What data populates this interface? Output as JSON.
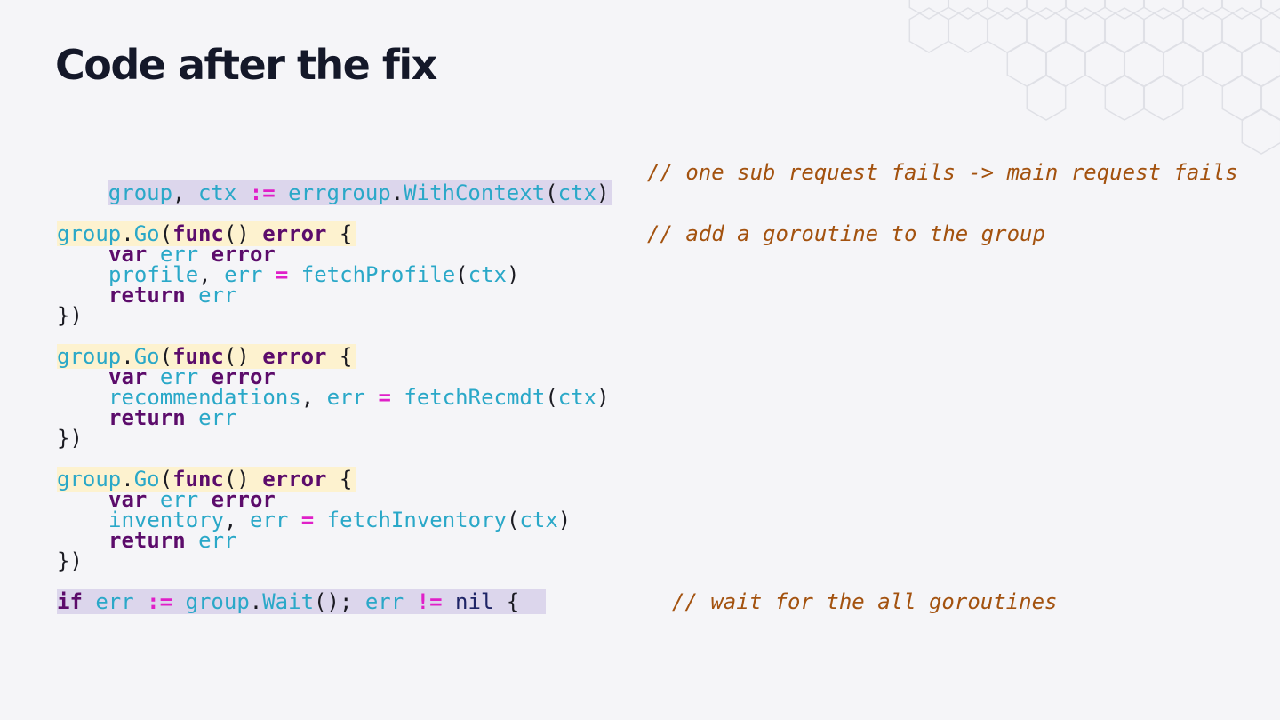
{
  "slide": {
    "title": "Code after the fix"
  },
  "code": {
    "line1": {
      "group": "group",
      "comma": ", ",
      "ctx": "ctx",
      "op": ":=",
      "errgroup": "errgroup",
      "dot": ".",
      "with_context": "WithContext",
      "paren_open": "(",
      "arg": "ctx",
      "paren_close": ")"
    },
    "comment1": "// one sub request fails -> main request fails",
    "blocks": [
      {
        "group": "group",
        "dot": ".",
        "go": "Go",
        "paren": "(",
        "func_kw": "func",
        "call": "() ",
        "error_kw": "error",
        "brace": " {",
        "var_kw": "var",
        "err": "err",
        "error_type": "error",
        "target": "profile",
        "comma": ", ",
        "err2": "err",
        "assign": "=",
        "fn": "fetchProfile",
        "popen": "(",
        "ctx": "ctx",
        "pclose": ")",
        "return_kw": "return",
        "ret_err": "err",
        "close": "})"
      },
      {
        "group": "group",
        "dot": ".",
        "go": "Go",
        "paren": "(",
        "func_kw": "func",
        "call": "() ",
        "error_kw": "error",
        "brace": " {",
        "var_kw": "var",
        "err": "err",
        "error_type": "error",
        "target": "recommendations",
        "comma": ", ",
        "err2": "err",
        "assign": "=",
        "fn": "fetchRecmdt",
        "popen": "(",
        "ctx": "ctx",
        "pclose": ")",
        "return_kw": "return",
        "ret_err": "err",
        "close": "})"
      },
      {
        "group": "group",
        "dot": ".",
        "go": "Go",
        "paren": "(",
        "func_kw": "func",
        "call": "() ",
        "error_kw": "error",
        "brace": " {",
        "var_kw": "var",
        "err": "err",
        "error_type": "error",
        "target": "inventory",
        "comma": ", ",
        "err2": "err",
        "assign": "=",
        "fn": "fetchInventory",
        "popen": "(",
        "ctx": "ctx",
        "pclose": ")",
        "return_kw": "return",
        "ret_err": "err",
        "close": "})"
      }
    ],
    "comment2": "// add a goroutine to the group",
    "last_line": {
      "if_kw": "if",
      "err": "err",
      "op": ":=",
      "group": "group",
      "dot": ".",
      "wait": "Wait",
      "call": "()",
      "semi": "; ",
      "err2": "err",
      "neq": "!=",
      "nil": "nil",
      "brace": "{"
    },
    "comment3": "// wait for the all goroutines"
  },
  "colors": {
    "background": "#f5f5f8",
    "title": "#141829",
    "identifier": "#2aa8c8",
    "keyword": "#5c0c6b",
    "operator": "#e020c8",
    "comment": "#a3520f",
    "highlight_purple": "#dcd6ec",
    "highlight_yellow": "#fdf2cf"
  },
  "decoration": {
    "icon": "hexagon-pattern"
  }
}
